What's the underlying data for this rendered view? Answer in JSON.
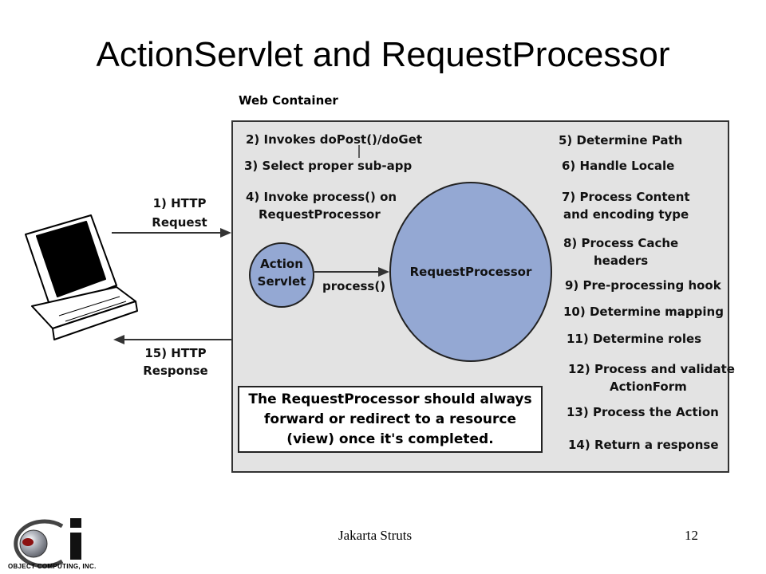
{
  "slide": {
    "title": "ActionServlet and RequestProcessor"
  },
  "diagram": {
    "container_label": "Web Container",
    "request": {
      "line1": "1) HTTP",
      "line2": "Request"
    },
    "response": {
      "line1": "15) HTTP",
      "line2": "Response"
    },
    "left_steps": {
      "step2": "2) Invokes doPost()/doGet",
      "step3": "3) Select proper sub-app",
      "step4_line1": "4) Invoke process() on",
      "step4_line2": "RequestProcessor"
    },
    "action_servlet": {
      "line1": "Action",
      "line2": "Servlet"
    },
    "process_call": "process()",
    "request_processor": "RequestProcessor",
    "right_steps": {
      "s5": "5) Determine Path",
      "s6": "6) Handle Locale",
      "s7a": "7) Process Content",
      "s7b": "and encoding type",
      "s8a": "8) Process Cache",
      "s8b": "headers",
      "s9": "9) Pre-processing hook",
      "s10": "10) Determine mapping",
      "s11": "11) Determine roles",
      "s12a": "12) Process and validate",
      "s12b": "ActionForm",
      "s13": "13) Process the Action",
      "s14": "14) Return a response"
    },
    "note": {
      "line1": "The RequestProcessor should always",
      "line2": "forward or redirect to a resource",
      "line3": "(view) once it's completed."
    }
  },
  "footer": {
    "center_text": "Jakarta Struts",
    "page_number": "12",
    "logo_text": "OBJECT COMPUTING, INC."
  }
}
